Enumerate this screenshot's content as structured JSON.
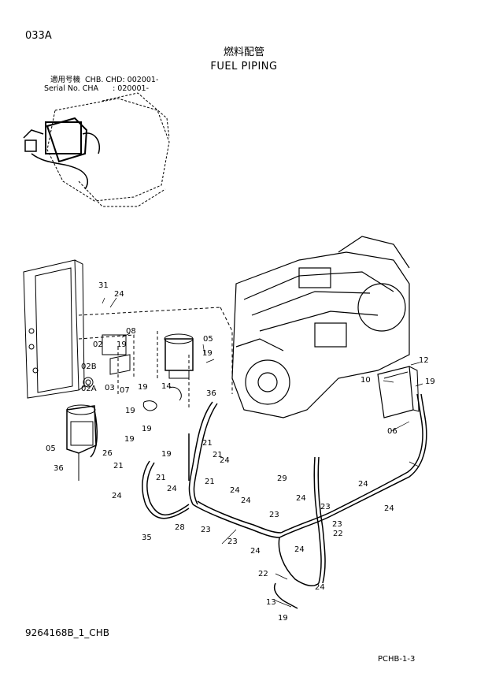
{
  "header": {
    "page_code": "033A",
    "title_jp": "燃料配管",
    "title_en": "FUEL PIPING",
    "serial_line1": "適用号機  CHB. CHD: 002001-",
    "serial_line2": "Serial No. CHA      : 020001-"
  },
  "footer": {
    "drawing_number": "9264168B_1_CHB",
    "page_ref": "PCHB-1-3"
  },
  "callouts": [
    "31",
    "24",
    "08",
    "02",
    "05",
    "19",
    "02B",
    "03",
    "07",
    "02A",
    "19",
    "14",
    "19",
    "36",
    "19",
    "12",
    "10",
    "19",
    "06",
    "19",
    "05",
    "19",
    "26",
    "36",
    "21",
    "21",
    "24",
    "21",
    "24",
    "21",
    "19",
    "21",
    "24",
    "24",
    "24",
    "28",
    "35",
    "23",
    "24",
    "23",
    "29",
    "23",
    "24",
    "23",
    "24",
    "23",
    "24",
    "22",
    "24",
    "22",
    "24",
    "13",
    "19"
  ]
}
